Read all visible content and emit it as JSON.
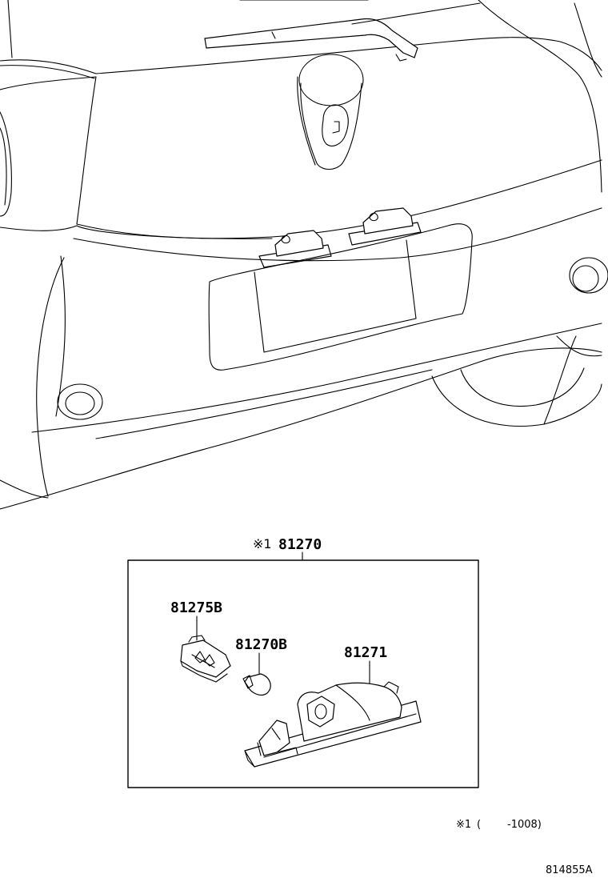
{
  "assembly": {
    "mark": "※1",
    "number": "81270"
  },
  "parts": {
    "socket": "81275B",
    "bulb": "81270B",
    "lamp": "81271"
  },
  "footnote": {
    "mark": "※1",
    "paren_open": "(",
    "range": "-1008)"
  },
  "diagram_code": "814855A"
}
